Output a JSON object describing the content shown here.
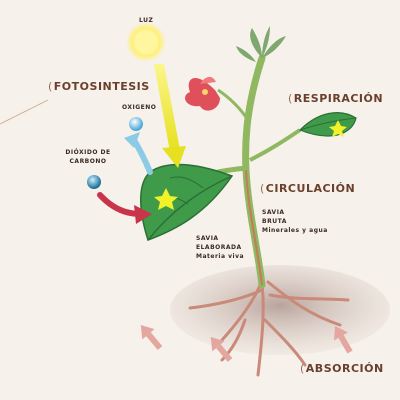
{
  "labels": {
    "luz": "LUZ",
    "fotosintesis": "FOTOSINTESIS",
    "oxigeno": "OXIGENO",
    "dioxido": "DIÓXIDO DE CARBONO",
    "respiracion": "RESPIRACIÓN",
    "circulacion": "CIRCULACIÓN",
    "savia_bruta": [
      "SAVIA",
      "BRUTA",
      "Minerales y agua"
    ],
    "savia_elaborada": [
      "SAVIA",
      "ELABORADA",
      "Materia viva"
    ],
    "absorcion": "ABSORCIÓN"
  },
  "colors": {
    "background": "#f6f1ea",
    "sun": "#fff07a",
    "light_arrow": "#f2ec2c",
    "oxygen_arrow": "#8ccbe6",
    "co2_arrow": "#c8344a",
    "leaf": "#3f9a4a",
    "stem": "#8fb860",
    "flower": "#e0505a",
    "soil": "#c9b8b0",
    "root_arrow": "#e3a7a0"
  }
}
